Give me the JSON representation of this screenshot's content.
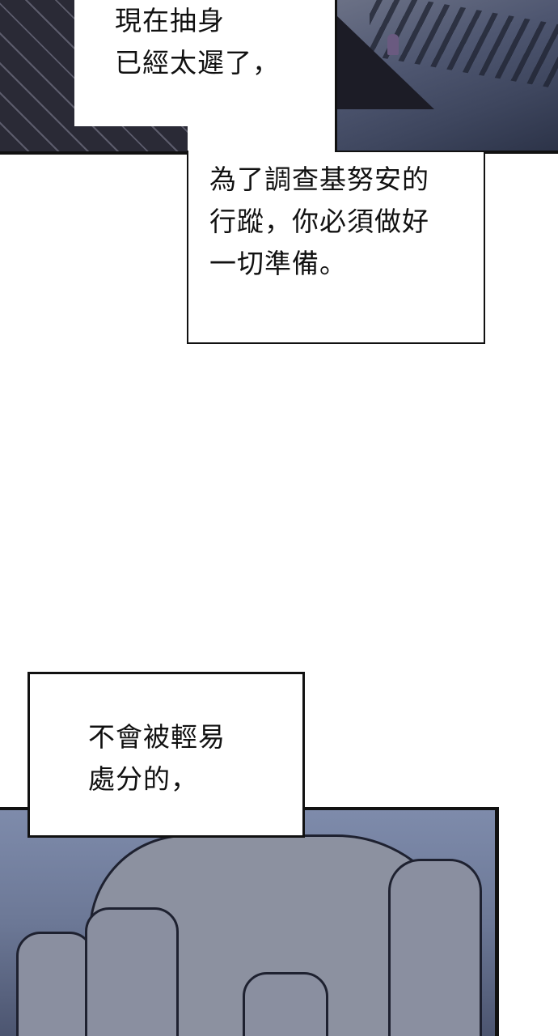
{
  "page_type": "comic-page",
  "panels": [
    {
      "name": "top-left-panel",
      "description": "dark diagonal striped background"
    },
    {
      "name": "top-right-panel",
      "description": "blue-toned staircase scene with small figure"
    },
    {
      "name": "bottom-panel",
      "description": "close-up of a clenched hand in blue-grey tones"
    }
  ],
  "captions": [
    {
      "lines": [
        "現在抽身",
        "已經太遲了，"
      ]
    },
    {
      "lines": [
        "為了調查基努安的",
        "行蹤，你必須做好",
        "一切準備。"
      ]
    },
    {
      "lines": [
        "不會被輕易",
        "處分的，"
      ]
    }
  ],
  "colors": {
    "panel_border": "#111111",
    "dark_stripe": "#2a2a36",
    "blue_scene": "#4e5670",
    "hand_panel_bg": "#7e8bab",
    "text": "#111111"
  }
}
